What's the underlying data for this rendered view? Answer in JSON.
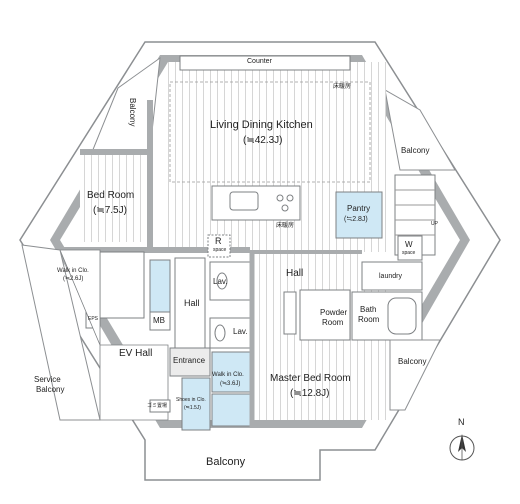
{
  "rooms": {
    "counter": "Counter",
    "ldk_line1": "Living  Dining Kitchen",
    "ldk_area": "(≒42.3J)",
    "floor_heating_1": "床暖房",
    "floor_heating_2": "床暖房",
    "bedroom": "Bed Room",
    "bedroom_area": "(≒7.5J)",
    "pantry": "Pantry",
    "pantry_area": "(≒2.8J)",
    "w_label": "W",
    "w_space": "space",
    "r_label": "R",
    "r_space": "space",
    "walkin_1": "Walk in Clo.",
    "walkin_1_area": "(≒2.6J)",
    "eps": "EPS",
    "mb": "MB",
    "hall_1": "Hall",
    "hall_2": "Hall",
    "ev_hall": "EV Hall",
    "lav_1": "Lav.",
    "lav_2": "Lav.",
    "entrance": "Entrance",
    "walkin_2": "Walk in Clo.",
    "walkin_2_area": "(≒3.6J)",
    "shoes": "Shoes in Clo.",
    "shoes_area": "(≒1.5J)",
    "garbage": "ゴミ置場",
    "powder_1": "Powder",
    "powder_2": "Room",
    "bath_1": "Bath",
    "bath_2": "Room",
    "laundry": "laundry",
    "master_1": "Master Bed Room",
    "master_area": "(≒12.8J)",
    "up": "UP"
  },
  "balconies": {
    "left_top": "Balcony",
    "right_top": "Balcony",
    "right_mid": "Balcony",
    "bottom": "Balcony",
    "service_1": "Service",
    "service_2": "Balcony"
  },
  "compass": {
    "label": "N"
  },
  "colors": {
    "wall": "#a9acae",
    "storage": "#cfe8f5",
    "line": "#7d8083",
    "stripe": "#d9d9d9"
  }
}
